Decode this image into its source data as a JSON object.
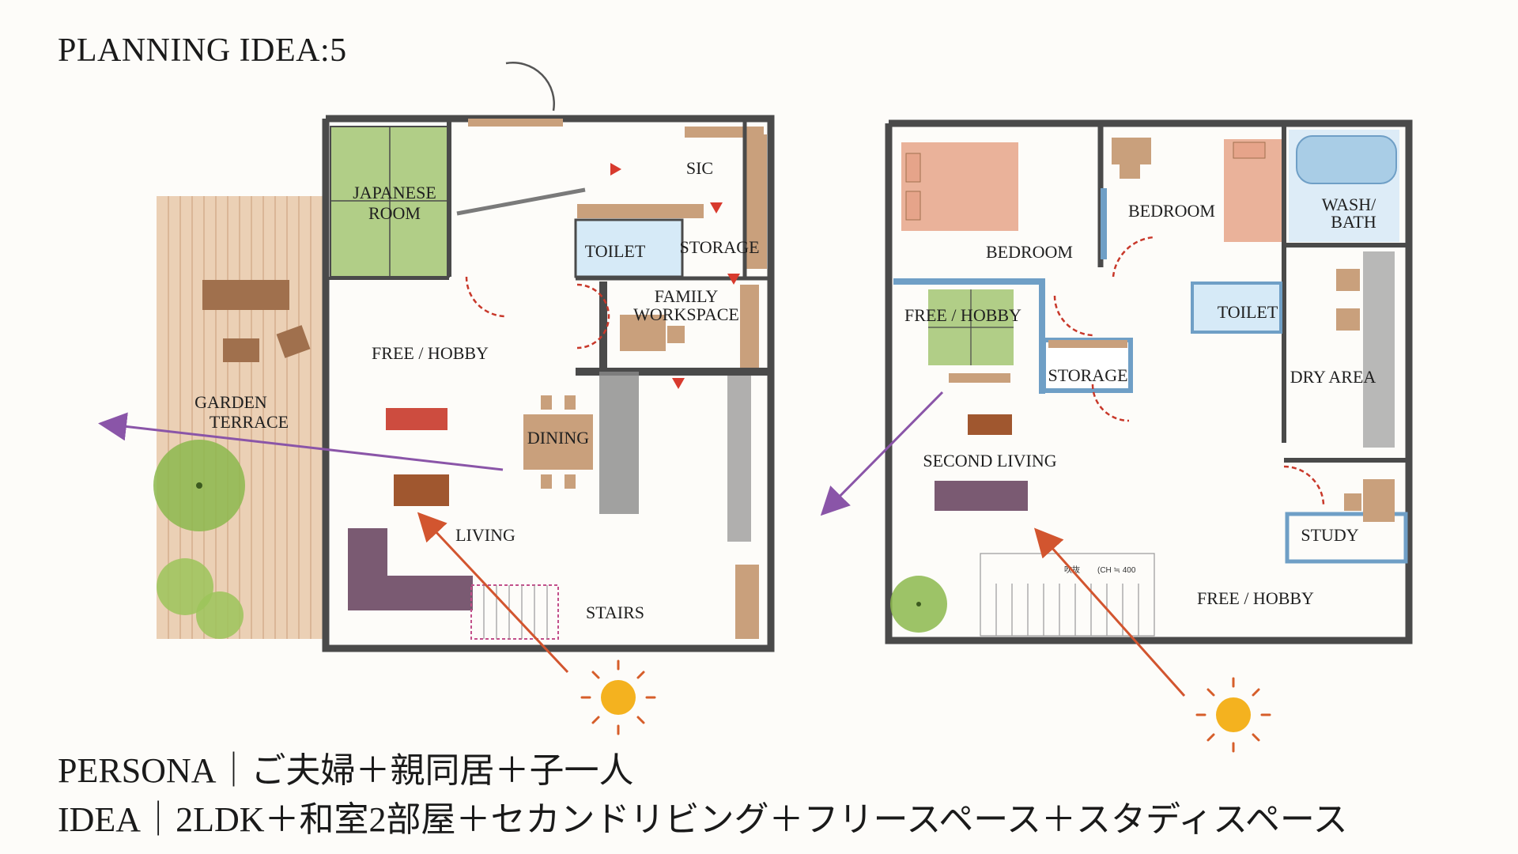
{
  "title": "PLANNING IDEA:5",
  "floor1": {
    "rooms": {
      "japanese_room_line1": "JAPANESE",
      "japanese_room_line2": "ROOM",
      "sic": "SIC",
      "toilet": "TOILET",
      "storage": "STORAGE",
      "family_workspace_line1": "FAMILY",
      "family_workspace_line2": "WORKSPACE",
      "free_hobby": "FREE / HOBBY",
      "garden_terrace_line1": "GARDEN",
      "garden_terrace_line2": "TERRACE",
      "dining": "DINING",
      "living": "LIVING",
      "stairs": "STAIRS"
    }
  },
  "floor2": {
    "rooms": {
      "bedroom_left": "BEDROOM",
      "bedroom_right": "BEDROOM",
      "wash_bath_line1": "WASH/",
      "wash_bath_line2": "BATH",
      "free_hobby_top": "FREE / HOBBY",
      "toilet": "TOILET",
      "storage": "STORAGE",
      "dry_area": "DRY AREA",
      "second_living": "SECOND LIVING",
      "study": "STUDY",
      "free_hobby_bottom": "FREE / HOBBY"
    },
    "stair_note": "吹抜",
    "stair_ch": "(CH ≒ 400"
  },
  "footer": {
    "persona": "PERSONA｜ご夫婦＋親同居＋子一人",
    "idea": "IDEA｜2LDK＋和室2部屋＋セカンドリビング＋フリースペース＋スタディスペース"
  },
  "colors": {
    "wall": "#4a4a4a",
    "tatami": "#a8c97a",
    "wood": "#c9a07c",
    "sofa": "#7a5a72",
    "arrow_purple": "#8a55a8",
    "arrow_sun": "#d2552f",
    "sun": "#f4b21f",
    "accent_red": "#c8382a",
    "blue_wall": "#6f9fc6"
  }
}
